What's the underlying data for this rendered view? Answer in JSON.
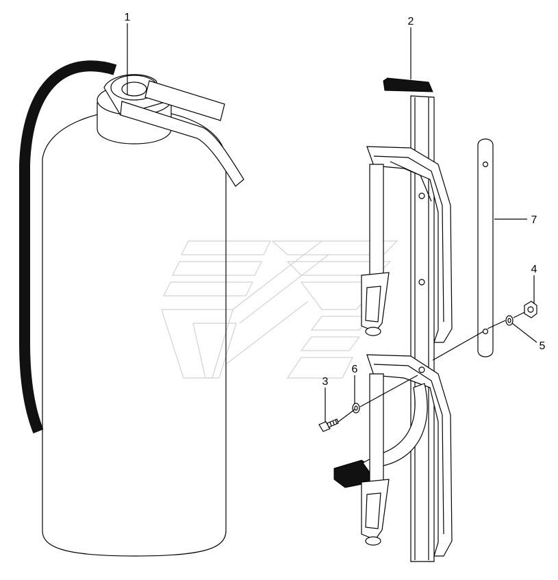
{
  "callouts": [
    {
      "id": "1",
      "label": "1"
    },
    {
      "id": "2",
      "label": "2"
    },
    {
      "id": "3",
      "label": "3"
    },
    {
      "id": "4",
      "label": "4"
    },
    {
      "id": "5",
      "label": "5"
    },
    {
      "id": "6",
      "label": "6"
    },
    {
      "id": "7",
      "label": "7"
    }
  ],
  "colors": {
    "line": "#000000",
    "background": "#ffffff",
    "watermark": "#d2d2d2"
  }
}
